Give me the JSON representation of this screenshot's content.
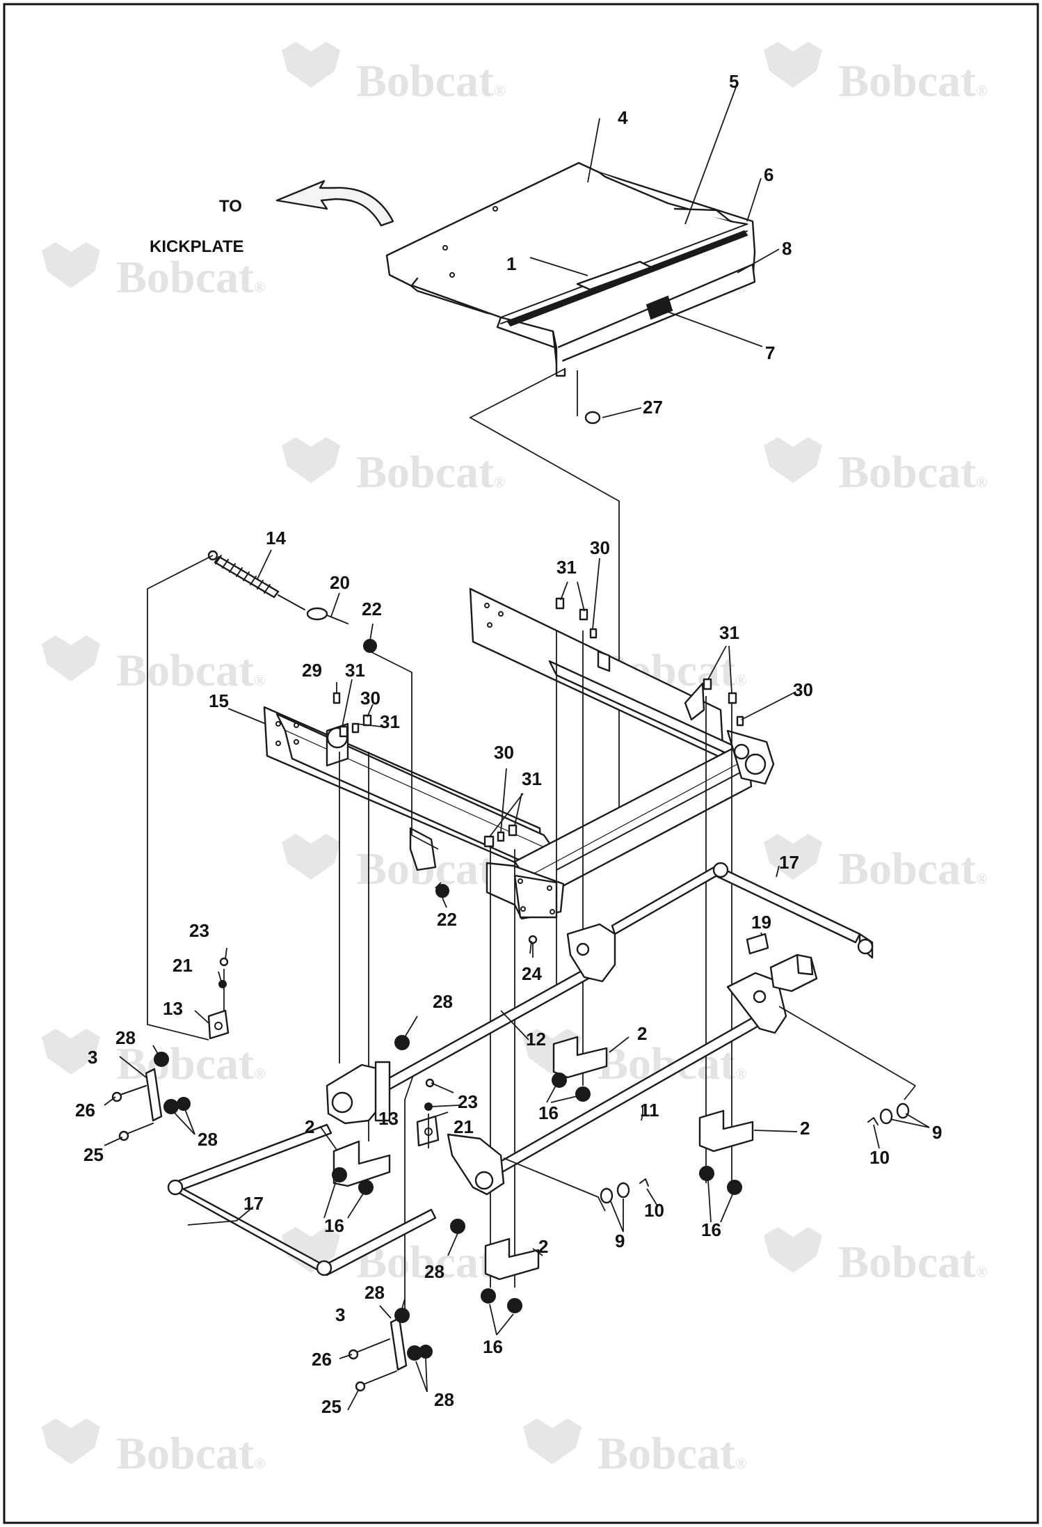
{
  "watermark": {
    "brand": "Bobcat",
    "registered": "®"
  },
  "notes": {
    "line1": "TO",
    "line2": "KICKPLATE"
  },
  "callouts": {
    "c1": "1",
    "c2a": "2",
    "c2b": "2",
    "c2c": "2",
    "c2d": "2",
    "c3a": "3",
    "c3b": "3",
    "c4": "4",
    "c5": "5",
    "c6": "6",
    "c7": "7",
    "c8": "8",
    "c9a": "9",
    "c9b": "9",
    "c10a": "10",
    "c10b": "10",
    "c11": "11",
    "c12": "12",
    "c13a": "13",
    "c13b": "13",
    "c14": "14",
    "c15": "15",
    "c16a": "16",
    "c16b": "16",
    "c16c": "16",
    "c16d": "16",
    "c17a": "17",
    "c17b": "17",
    "c19": "19",
    "c20": "20",
    "c21a": "21",
    "c21b": "21",
    "c22a": "22",
    "c22b": "22",
    "c23a": "23",
    "c23b": "23",
    "c24": "24",
    "c25a": "25",
    "c25b": "25",
    "c26a": "26",
    "c26b": "26",
    "c27": "27",
    "c28a": "28",
    "c28b": "28",
    "c28c": "28",
    "c28d": "28",
    "c28e": "28",
    "c28f": "28",
    "c29": "29",
    "c30a": "30",
    "c30b": "30",
    "c30c": "30",
    "c30d": "30",
    "c31a": "31",
    "c31b": "31",
    "c31c": "31",
    "c31d": "31",
    "c31e": "31"
  }
}
